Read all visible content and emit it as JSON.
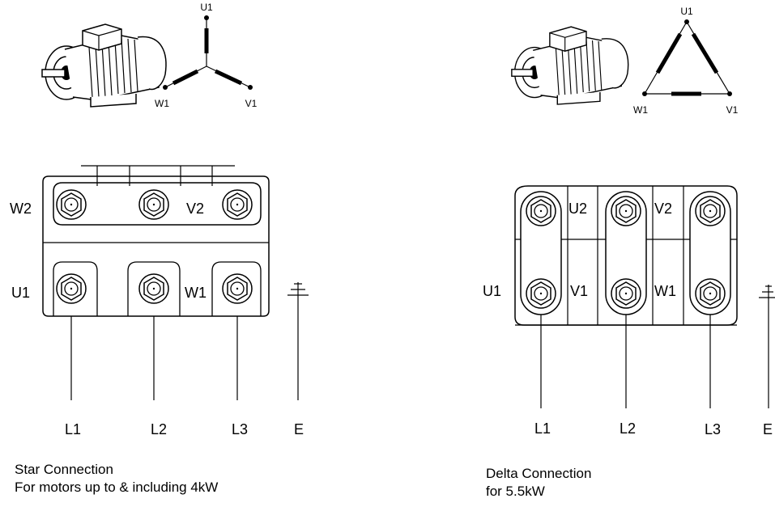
{
  "star": {
    "caption_line1": "Star Connection",
    "caption_line2": "For motors up to & including 4kW",
    "schematic": {
      "u": "U1",
      "v": "V1",
      "w": "W1"
    },
    "terminals": {
      "w2": "W2",
      "v2": "V2",
      "u1": "U1",
      "w1": "W1"
    },
    "supply": {
      "l1": "L1",
      "l2": "L2",
      "l3": "L3",
      "e": "E"
    }
  },
  "delta": {
    "caption_line1": "Delta Connection",
    "caption_line2": "for 5.5kW",
    "schematic": {
      "u": "U1",
      "v": "V1",
      "w": "W1"
    },
    "terminals": {
      "u2": "U2",
      "v2": "V2",
      "u1": "U1",
      "v1": "V1",
      "w1": "W1"
    },
    "supply": {
      "l1": "L1",
      "l2": "L2",
      "l3": "L3",
      "e": "E"
    }
  },
  "icons": [
    "motor-icon",
    "terminal-nut-icon",
    "earth-symbol-icon"
  ]
}
